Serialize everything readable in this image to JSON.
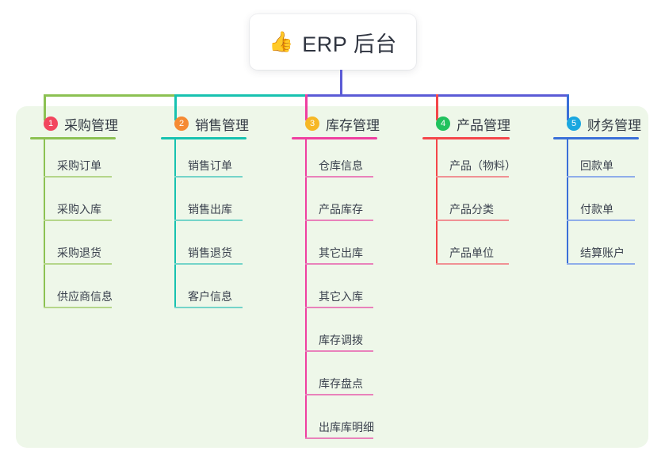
{
  "root": {
    "icon": "thumbs-up-emoji",
    "icon_glyph": "👍",
    "title": "ERP 后台"
  },
  "panel": {
    "background_color": "#eef7e9"
  },
  "connector": {
    "trunk_color": "#5b5bd6",
    "bus_color": "#5b5bd6"
  },
  "branches": [
    {
      "number": "1",
      "title": "采购管理",
      "badge_color": "#f2465e",
      "line_color": "#8cc152",
      "leaf_line_color": "#b5d68a",
      "items": [
        "采购订单",
        "采购入库",
        "采购退货",
        "供应商信息"
      ]
    },
    {
      "number": "2",
      "title": "销售管理",
      "badge_color": "#f58a33",
      "line_color": "#17c2b0",
      "leaf_line_color": "#74d4c9",
      "items": [
        "销售订单",
        "销售出库",
        "销售退货",
        "客户信息"
      ]
    },
    {
      "number": "3",
      "title": "库存管理",
      "badge_color": "#f6b726",
      "line_color": "#ef3fa0",
      "leaf_line_color": "#e982bb",
      "items": [
        "仓库信息",
        "产品库存",
        "其它出库",
        "其它入库",
        "库存调拨",
        "库存盘点",
        "出库库明细"
      ]
    },
    {
      "number": "4",
      "title": "产品管理",
      "badge_color": "#21c25e",
      "line_color": "#f4464a",
      "leaf_line_color": "#f09194",
      "items": [
        "产品（物料）",
        "产品分类",
        "产品单位"
      ]
    },
    {
      "number": "5",
      "title": "财务管理",
      "badge_color": "#1aa7e0",
      "line_color": "#3a6fd8",
      "leaf_line_color": "#8fadea",
      "items": [
        "回款单",
        "付款单",
        "结算账户"
      ]
    }
  ],
  "layout": {
    "column_left": [
      38,
      203,
      368,
      533,
      698
    ],
    "column_title_width": [
      108,
      108,
      108,
      108,
      108
    ],
    "rule_width": [
      108,
      108,
      108,
      110,
      108
    ],
    "leaf_rule_width": [
      86,
      86,
      86,
      92,
      86
    ]
  }
}
